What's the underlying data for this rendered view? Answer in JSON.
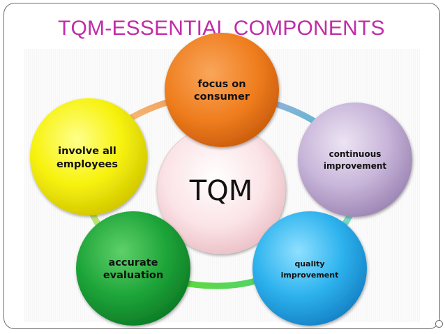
{
  "slide": {
    "title": "TQM-ESSENTIAL COMPONENTS"
  },
  "diagram": {
    "center": {
      "label": "TQM"
    },
    "nodes": [
      {
        "id": "focus",
        "lines": [
          "focus on",
          "consumer"
        ]
      },
      {
        "id": "continuous",
        "lines": [
          "continuous",
          "improvement"
        ]
      },
      {
        "id": "quality",
        "lines": [
          "quality",
          "improvement"
        ]
      },
      {
        "id": "accurate",
        "lines": [
          "accurate",
          "evaluation"
        ]
      },
      {
        "id": "involve",
        "lines": [
          "involve all",
          "employees"
        ]
      }
    ]
  }
}
